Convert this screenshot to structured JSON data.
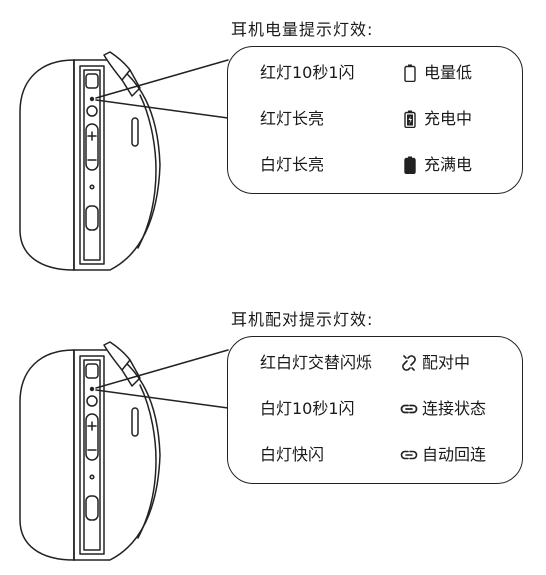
{
  "battery_section": {
    "heading": "耳机电量提示灯效:",
    "rows": [
      {
        "label": "红灯10秒1闪",
        "icon": "battery-low-icon",
        "status": "电量低"
      },
      {
        "label": "红灯长亮",
        "icon": "battery-charging-icon",
        "status": "充电中"
      },
      {
        "label": "白灯长亮",
        "icon": "battery-full-icon",
        "status": "充满电"
      }
    ]
  },
  "pairing_section": {
    "heading": "耳机配对提示灯效:",
    "rows": [
      {
        "label": "红白灯交替闪烁",
        "icon": "link-pairing-icon",
        "status": "配对中"
      },
      {
        "label": "白灯10秒1闪",
        "icon": "link-connected-icon",
        "status": "连接状态"
      },
      {
        "label": "白灯快闪",
        "icon": "link-reconnect-icon",
        "status": "自动回连"
      }
    ]
  }
}
